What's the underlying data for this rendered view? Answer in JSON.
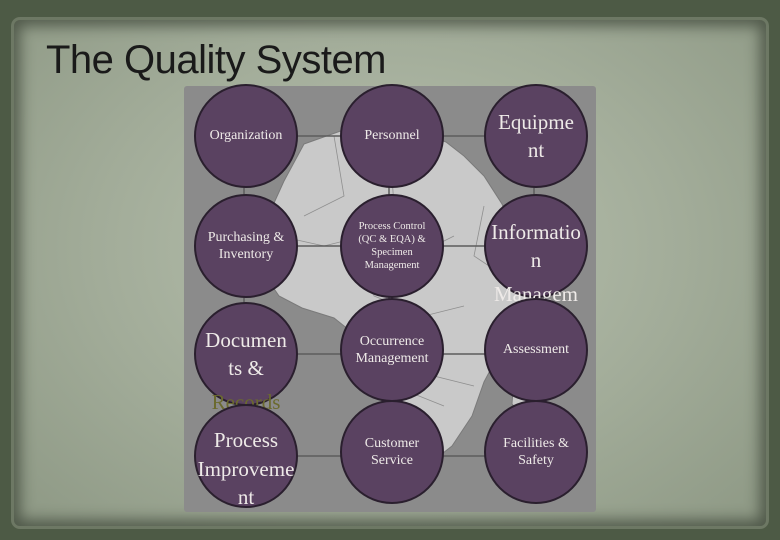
{
  "slide": {
    "title": "The Quality System"
  },
  "essentials": {
    "organization": "Organization",
    "personnel": "Personnel",
    "equipment": "Equipme nt",
    "purchasing": "Purchasing & Inventory",
    "process_control": "Process Control (QC & EQA) & Specimen Management",
    "information_management_1": "Informatio n",
    "information_management_2": "Managem ent",
    "documents_1": "Documen ts &",
    "documents_2": "Records",
    "occurrence": "Occurrence Management",
    "assessment": "Assessment",
    "process_improvement": "Process Improveme nt",
    "customer_service": "Customer Service",
    "facilities": "Facilities & Safety"
  },
  "colors": {
    "circle_fill": "#5a4261",
    "circle_border": "#2a1f2e",
    "panel": "#8b8b8b",
    "map": "#c9c9c9",
    "background": "#a2ac99"
  }
}
